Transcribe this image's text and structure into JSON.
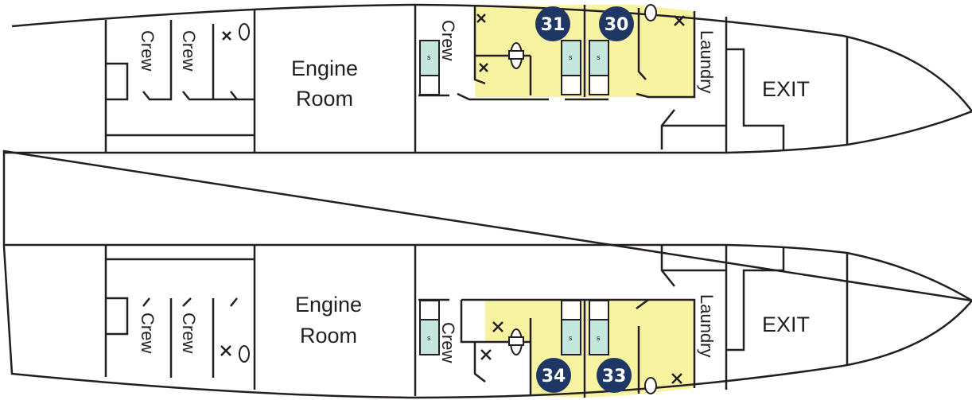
{
  "colors": {
    "cabin": "#f8f3a1",
    "shower": "#c4e6dc",
    "cabin_badge": "#1f3764",
    "line": "#231f20"
  },
  "top": {
    "crew_labels": [
      "Crew",
      "Crew",
      "Crew"
    ],
    "engine_room": [
      "Engine",
      "Room"
    ],
    "laundry": "Laundry",
    "exit": "EXIT",
    "cabins": [
      "31",
      "30"
    ]
  },
  "bottom": {
    "crew_labels": [
      "Crew",
      "Crew",
      "Crew"
    ],
    "engine_room": [
      "Engine",
      "Room"
    ],
    "laundry": "Laundry",
    "exit": "EXIT",
    "cabins": [
      "34",
      "33"
    ]
  },
  "shower_mark": "s"
}
